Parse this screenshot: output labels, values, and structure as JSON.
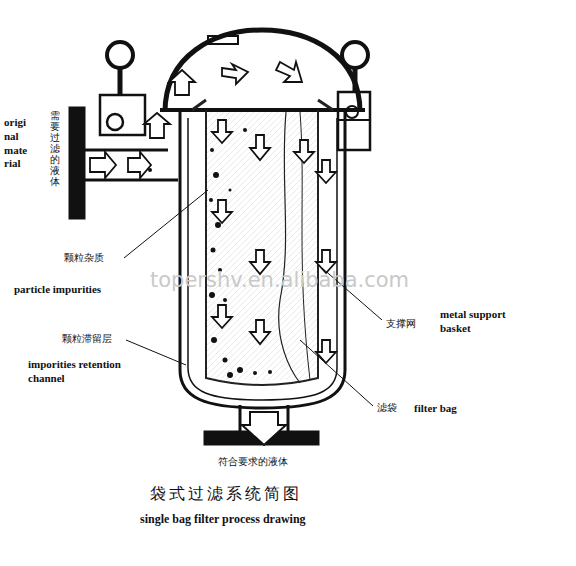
{
  "diagram": {
    "caption": "袋式过滤系统简图",
    "labels": [
      "需要过滤的液体",
      "origi nal mate rial",
      "颗粒杂质",
      "particle impurities",
      "颗粒滞留层",
      "imporities retention channel",
      "支撑网",
      "metal support basket",
      "滤袋",
      "filter bag",
      "符合要求的液体",
      "topershv.en.alibaba.com",
      "single bag filter process drawing"
    ]
  }
}
